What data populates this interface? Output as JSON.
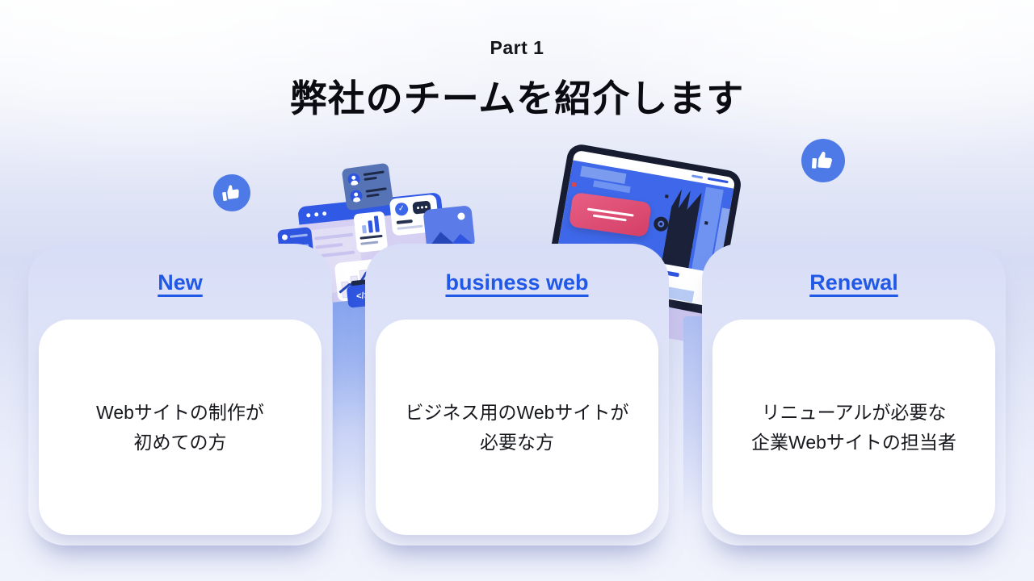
{
  "slide": {
    "kicker": "Part 1",
    "title": "弊社のチームを紹介します"
  },
  "cards": [
    {
      "label": "New",
      "lines": [
        "Webサイトの制作が",
        "初めての方"
      ]
    },
    {
      "label": "business web",
      "lines": [
        "ビジネス用のWebサイトが",
        "必要な方"
      ]
    },
    {
      "label": "Renewal",
      "lines": [
        "リニューアルが必要な",
        "企業Webサイトの担当者"
      ]
    }
  ],
  "icons": {
    "code_badge": "</>",
    "check_mark": "✓"
  },
  "colors": {
    "link_blue": "#2158e6",
    "title_text": "#0a0c12",
    "body_text": "#17181d",
    "accent_blue": "#3e68e9",
    "thumb_circle": "#4d7ae6",
    "cta_red": "#d9466b",
    "tablet_frame": "#181c30",
    "stand_lavender": "#cbc5ed",
    "card_outer": "#dbe1f7",
    "card_inner": "#ffffff"
  }
}
